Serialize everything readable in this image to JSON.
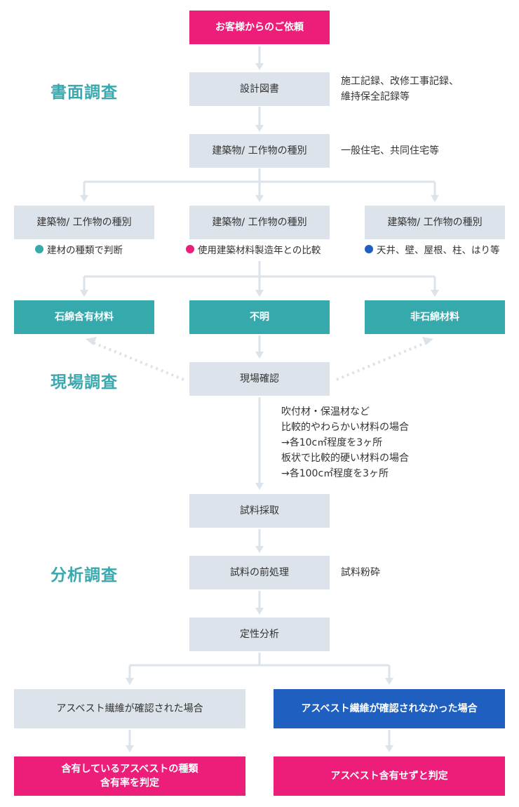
{
  "colors": {
    "pink": "#ec1e7a",
    "teal": "#36a9ad",
    "blue": "#1f5fbf",
    "gray_box": "#dce3ea",
    "connector": "#dce3ea",
    "section_label": "#3aa8ad"
  },
  "sections": {
    "document": "書面調査",
    "onsite": "現場調査",
    "analysis": "分析調査"
  },
  "nodes": {
    "request": "お客様からのご依頼",
    "drawings": "設計図書",
    "building_type": "建築物/ 工作物の種別",
    "branch_left": "建築物/ 工作物の種別",
    "branch_center": "建築物/ 工作物の種別",
    "branch_right": "建築物/ 工作物の種別",
    "result_asbestos": "石綿含有材料",
    "result_unknown": "不明",
    "result_non_asbestos": "非石綿材料",
    "site_check": "現場確認",
    "sampling": "試料採取",
    "pretreatment": "試料の前処理",
    "qualitative": "定性分析",
    "confirmed": "アスベスト繊維が確認された場合",
    "not_confirmed": "アスベスト繊維が確認されなかった場合",
    "final_positive_line1": "含有しているアスベストの種類",
    "final_positive_line2": "含有率を判定",
    "final_negative": "アスベスト含有せずと判定"
  },
  "notes": {
    "drawings_line1": "施工記録、改修工事記録、",
    "drawings_line2": "維持保全記録等",
    "building_type": "一般住宅、共同住宅等",
    "sampling_lines": [
      "吹付材・保温材など",
      "比較的やわらかい材料の場合",
      "→各10c㎡程度を3ヶ所",
      "板状で比較的硬い材料の場合",
      "→各100c㎡程度を3ヶ所"
    ],
    "pretreatment": "試料粉砕"
  },
  "criteria": {
    "left": {
      "text": "建材の種類で判断",
      "color": "#36a9ad"
    },
    "center": {
      "text": "使用建築材料製造年との比較",
      "color": "#ec1e7a"
    },
    "right": {
      "text": "天井、壁、屋根、柱、はり等",
      "color": "#1f5fbf"
    }
  }
}
